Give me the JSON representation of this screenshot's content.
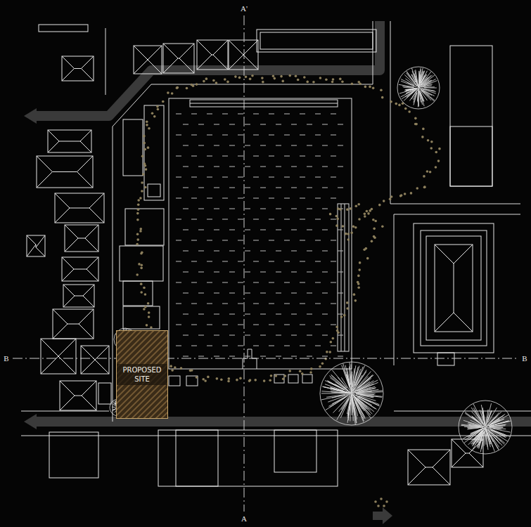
{
  "diagram": {
    "nodes": [
      {
        "text": [
          "PROPOSED SITE"
        ]
      }
    ],
    "labels": [
      "A'",
      "A",
      "B",
      "B"
    ]
  }
}
